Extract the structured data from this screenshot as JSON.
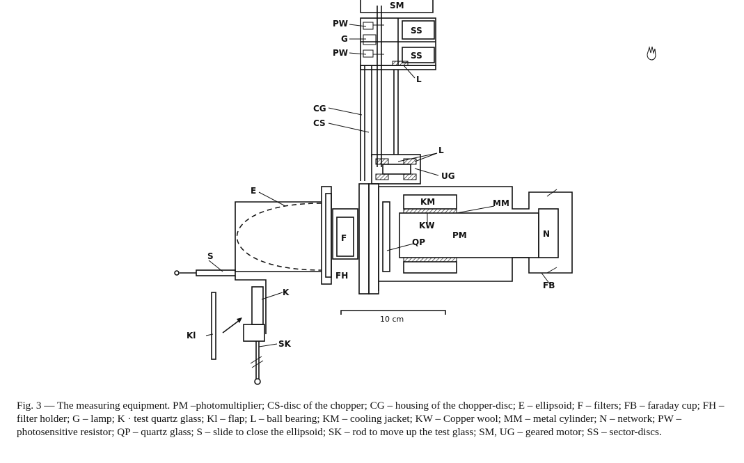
{
  "labels": {
    "SM": "SM",
    "PW_top": "PW",
    "G": "G",
    "PW_bottom": "PW",
    "SS_top": "SS",
    "SS_bottom": "SS",
    "L_top": "L",
    "CG": "CG",
    "CS": "CS",
    "L_mid": "L",
    "UG": "UG",
    "E": "E",
    "KM": "KM",
    "MM": "MM",
    "KW": "KW",
    "PM": "PM",
    "N": "N",
    "F": "F",
    "QP": "QP",
    "S": "S",
    "FH": "FH",
    "FB": "FB",
    "K": "K",
    "KI": "Kl",
    "SK": "SK",
    "scale": "10 cm"
  },
  "caption": "Fig. 3 — The measuring equipment. PM –photomultiplier; CS-disc of the chopper; CG – housing of the chopper-disc; E – ellipsoid; F – filters; FB – faraday cup; FH – filter holder; G – lamp; K · test quartz glass; Kl – flap; L – ball bearing; KM – cooling jacket; KW – Copper wool; MM – metal cylinder; N – network; PW – photosensitive resistor; QP – quartz glass; S – slide to close the ellipsoid; SK – rod to move up the test glass; SM, UG – geared motor; SS – sector-discs."
}
